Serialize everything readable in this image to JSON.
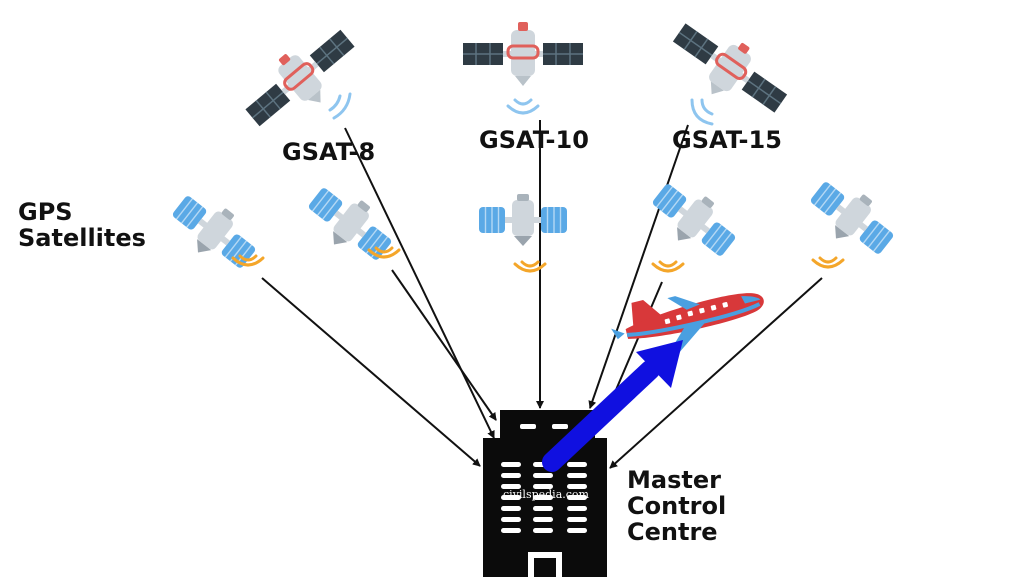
{
  "labels": {
    "gps_satellites_line1": "GPS",
    "gps_satellites_line2": "Satellites",
    "gsat_8": "GSAT-8",
    "gsat_10": "GSAT-10",
    "gsat_15": "GSAT-15",
    "master_line1": "Master",
    "master_line2": "Control",
    "master_line3": "Centre",
    "watermark": "civilspedia.com"
  },
  "icons": {
    "gsat": "geostationary-satellite-icon",
    "gps": "gps-satellite-icon",
    "aircraft": "airplane-icon",
    "station": "control-building-icon",
    "uplink": "uplink-arrow-icon"
  },
  "colors": {
    "gsat_panel": "#2f3b44",
    "gps_panel": "#5aa9e6",
    "gsat_signal": "#8ec5ef",
    "gps_signal": "#f4a62a",
    "body_grey": "#cfd6dc",
    "accent_red": "#e0605b",
    "building": "#0b0b0b",
    "uplink_arrow": "#1010e0",
    "plane_red": "#d8383a",
    "plane_blue": "#4a9fe0"
  }
}
